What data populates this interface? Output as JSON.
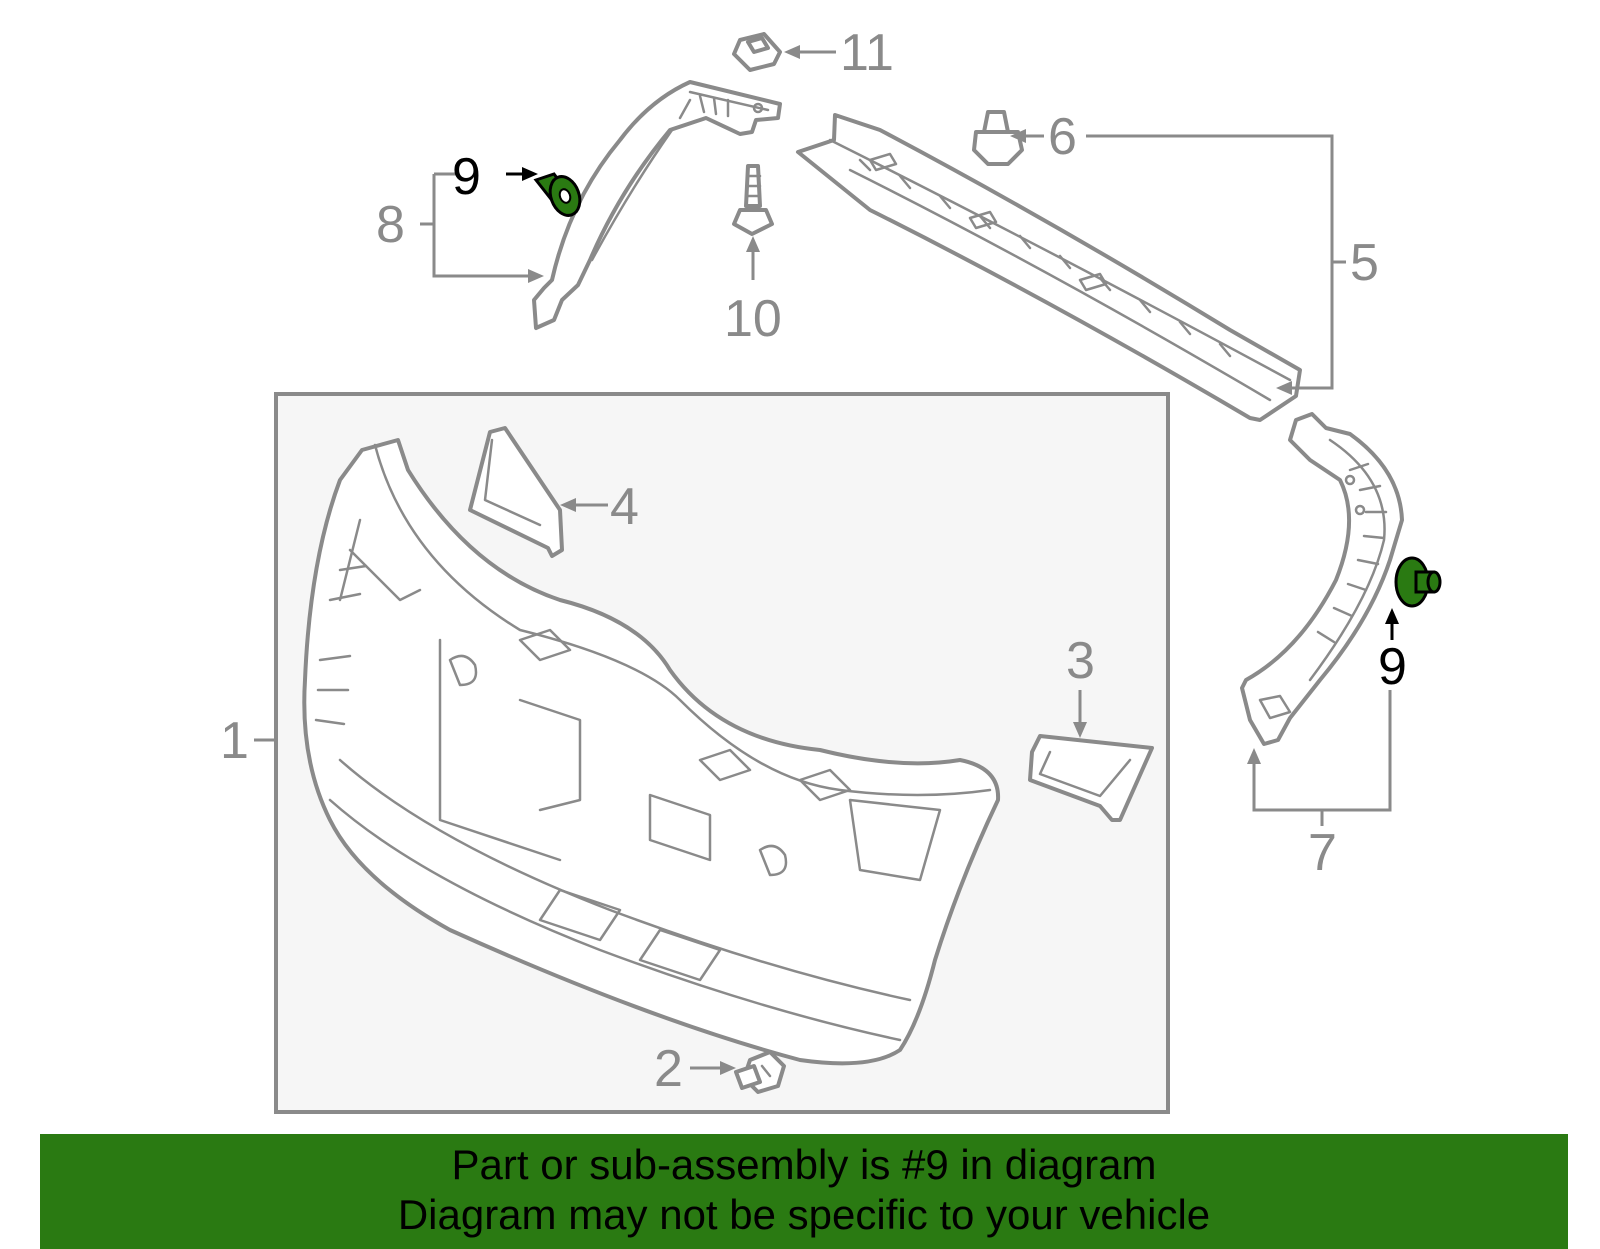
{
  "diagram": {
    "callouts": {
      "c1": "1",
      "c2": "2",
      "c3": "3",
      "c4": "4",
      "c5": "5",
      "c6": "6",
      "c7": "7",
      "c8": "8",
      "c9_left": "9",
      "c9_right": "9",
      "c10": "10",
      "c11": "11"
    },
    "highlight_color": "#2a7a12"
  },
  "banner": {
    "line1": "Part or sub-assembly is #9 in diagram",
    "line2": "Diagram may not be specific to your vehicle",
    "background": "#2a7a12"
  }
}
